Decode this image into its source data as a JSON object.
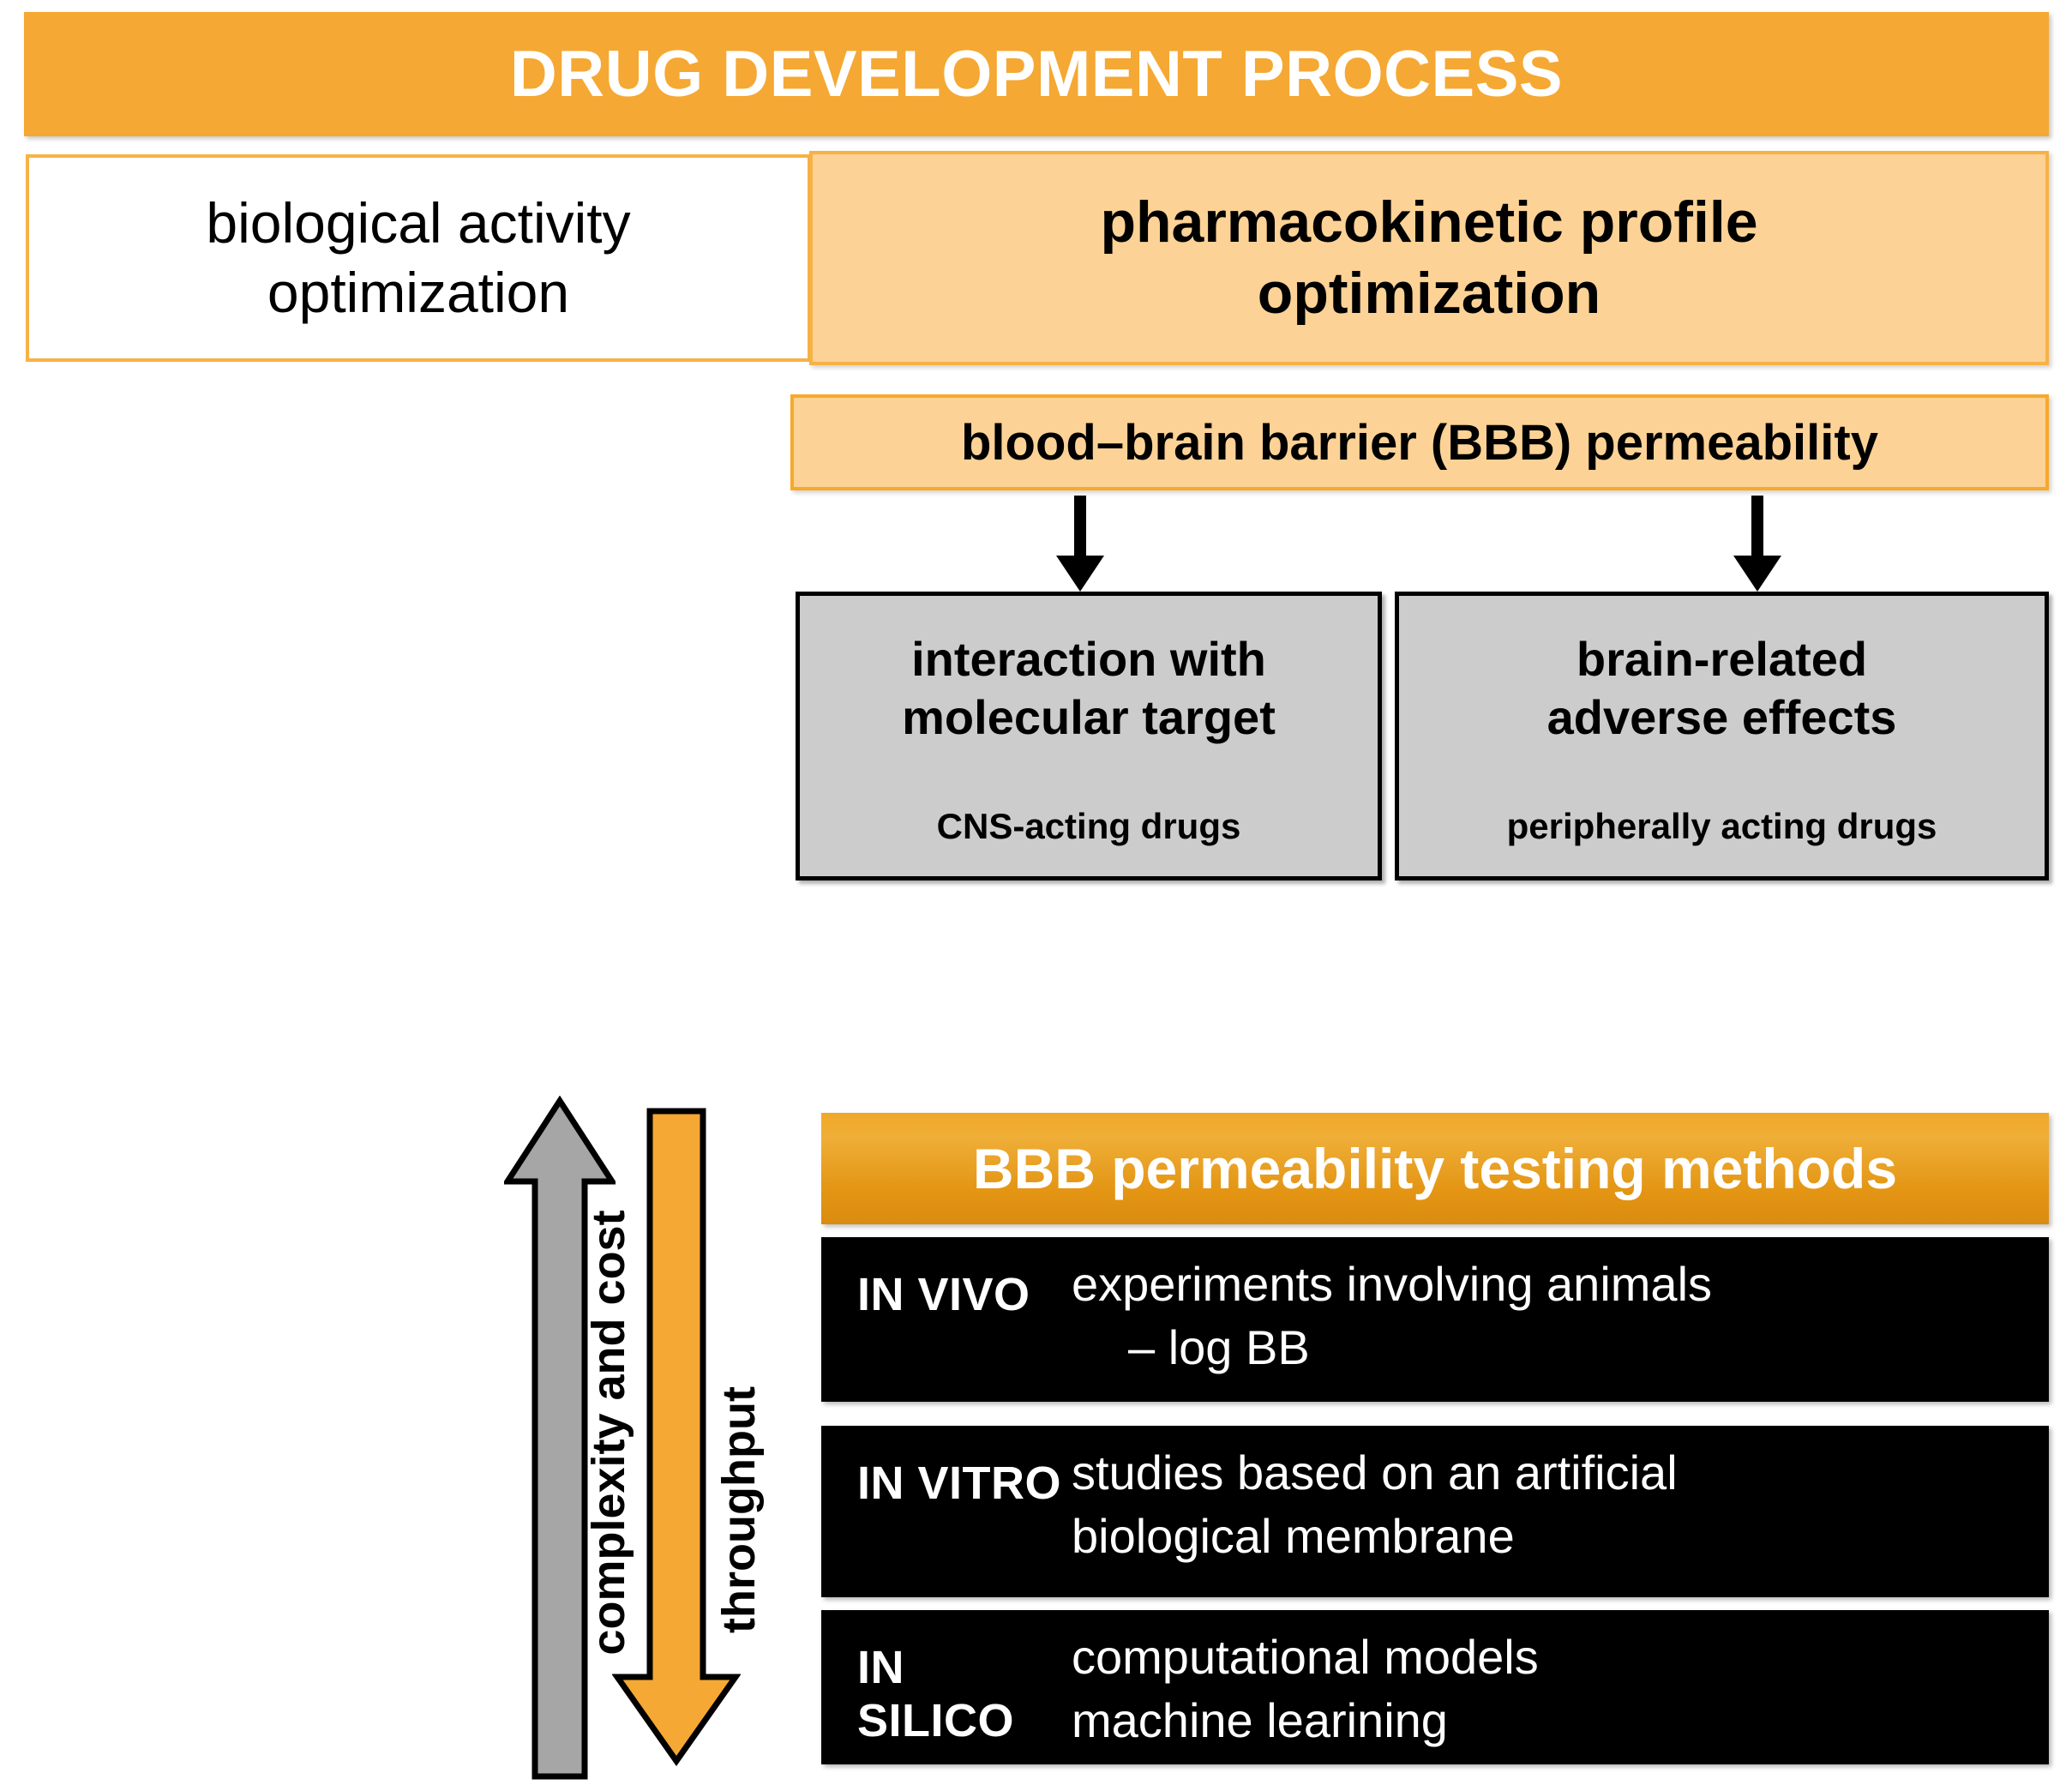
{
  "title": "DRUG DEVELOPMENT PROCESS",
  "colors": {
    "header_orange": "#F5A833",
    "light_orange": "#FCD296",
    "border_orange": "#F7B245",
    "gray_box": "#CCCCCC",
    "gray_arrow": "#A6A6A6",
    "arrow_orange": "#F5A833",
    "black_row": "#000000",
    "white": "#FFFFFF"
  },
  "stages": {
    "biological": {
      "line1": "biological activity",
      "line2": "optimization"
    },
    "pharmacokinetic": {
      "line1": "pharmacokinetic profile",
      "line2": "optimization"
    }
  },
  "bbb": {
    "bar_label": "blood–brain barrier (BBB) permeability",
    "outcomes": [
      {
        "line1": "interaction with",
        "line2": "molecular target",
        "sub": "CNS-acting drugs"
      },
      {
        "line1": "brain-related",
        "line2": "adverse effects",
        "sub": "peripherally acting drugs"
      }
    ]
  },
  "axes": {
    "complexity": "complexity and cost",
    "throughput": "throughput"
  },
  "methods": {
    "header": "BBB permeability testing methods",
    "rows": [
      {
        "label": "IN VIVO",
        "line1": "experiments involving animals",
        "line2": "–  log BB"
      },
      {
        "label": "IN VITRO",
        "line1": "studies based on an artificial",
        "line2": "biological membrane"
      },
      {
        "label": "IN SILICO",
        "line1": "computational models",
        "line2": "machine learining"
      }
    ]
  }
}
